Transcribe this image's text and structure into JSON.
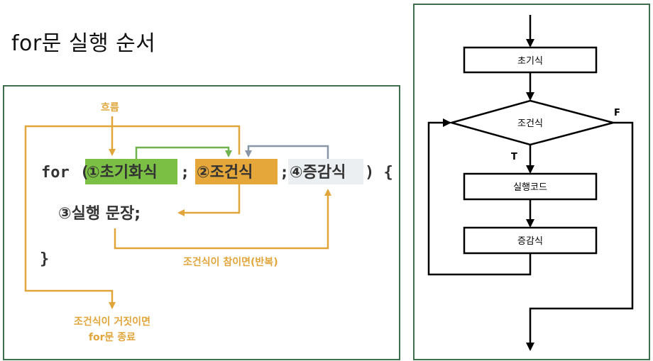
{
  "title": "for문 실행 순서",
  "code": {
    "keyword": "for",
    "open_paren": "(",
    "init": "①초기화식",
    "semi1": ";",
    "cond": "②조건식",
    "semi2": ";",
    "incr": "④증감식",
    "close": ") {",
    "body": "③실행 문장;",
    "brace": "}"
  },
  "annotations": {
    "flow": "흐름",
    "repeat": "조건식이 참이면(반복)",
    "end_line1": "조건식이 거짓이면",
    "end_line2": "for문 종료"
  },
  "flowchart": {
    "init_box": "초기식",
    "cond_box": "조건식",
    "body_box": "실행코드",
    "incr_box": "증감식",
    "true_label": "T",
    "false_label": "F"
  },
  "colors": {
    "green": "#7bbf45",
    "orange": "#e6a73a",
    "gray_bg": "#eceff1",
    "arrow_orange": "#e0a63c",
    "arrow_green": "#6fb24f",
    "arrow_gray": "#8896a6",
    "panel_border": "#3e6e4e"
  }
}
